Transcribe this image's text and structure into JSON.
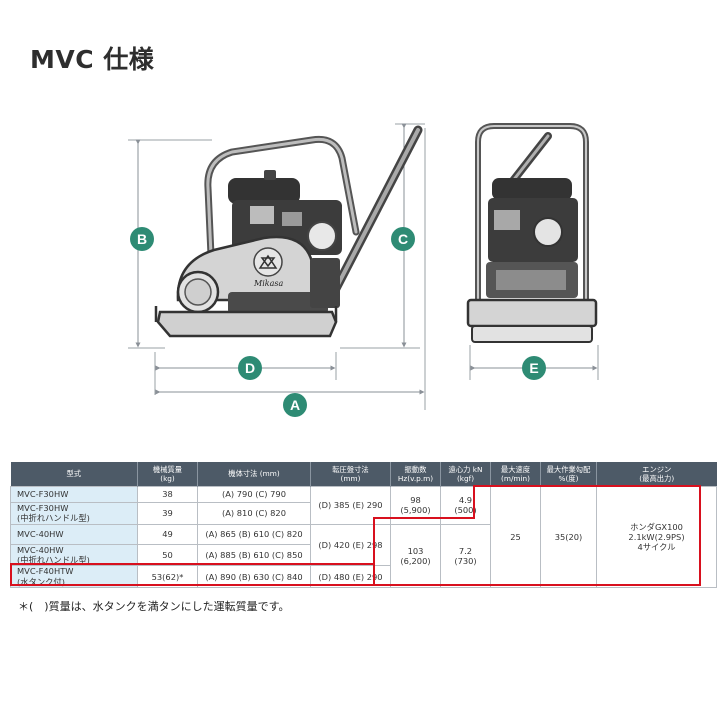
{
  "title": "MVC 仕様",
  "diagram": {
    "labels": {
      "a": "A",
      "b": "B",
      "c": "C",
      "d": "D",
      "e": "E"
    },
    "brand": "Mikasa",
    "colors": {
      "label_circle": "#2e8b74",
      "line": "#9aa0a6",
      "machine": "#3a3a3a",
      "tint": "#cfcfcf"
    }
  },
  "table": {
    "headers": {
      "model": "型式",
      "weight_1": "機械質量",
      "weight_2": "(kg)",
      "dims_1": "機体寸法 (mm)",
      "plate_1": "転圧盤寸法",
      "plate_2": "(mm)",
      "freq_1": "振動数",
      "freq_2": "Hz(v.p.m)",
      "force_1": "遠心力 kN",
      "force_2": "(kgf)",
      "speed_1": "最大速度",
      "speed_2": "(m/min)",
      "grade_1": "最大作業勾配",
      "grade_2": "%(度)",
      "engine_1": "エンジン",
      "engine_2": "(最高出力)"
    },
    "rows": [
      {
        "model_1": "MVC-F30HW",
        "model_2": "",
        "weight": "38",
        "dims": "(A) 790 (C) 790"
      },
      {
        "model_1": "MVC-F30HW",
        "model_2": "(中折れハンドル型)",
        "weight": "39",
        "dims": "(A) 810 (C) 820"
      },
      {
        "model_1": "MVC-40HW",
        "model_2": "",
        "weight": "49",
        "dims": "(A) 865 (B) 610 (C) 820"
      },
      {
        "model_1": "MVC-40HW",
        "model_2": "(中折れハンドル型)",
        "weight": "50",
        "dims": "(A) 885 (B) 610 (C) 850"
      },
      {
        "model_1": "MVC-F40HTW",
        "model_2": "(水タンク付)",
        "weight": "53(62)*",
        "dims": "(A) 890 (B) 630 (C) 840"
      }
    ],
    "merged": {
      "plate_1": "(D) 385 (E) 290",
      "plate_2": "(D) 420 (E) 298",
      "plate_3": "(D) 480 (E) 290",
      "freq_1_a": "98",
      "freq_1_b": "(5,900)",
      "freq_2_a": "103",
      "freq_2_b": "(6,200)",
      "force_1_a": "4.9",
      "force_1_b": "(500)",
      "force_2_a": "7.2",
      "force_2_b": "(730)",
      "speed": "25",
      "grade": "35(20)",
      "engine_1": "ホンダGX100",
      "engine_2": "2.1kW(2.9PS)",
      "engine_3": "4サイクル"
    }
  },
  "footnote": "＊(　)質量は、水タンクを満タンにした運転質量です。"
}
